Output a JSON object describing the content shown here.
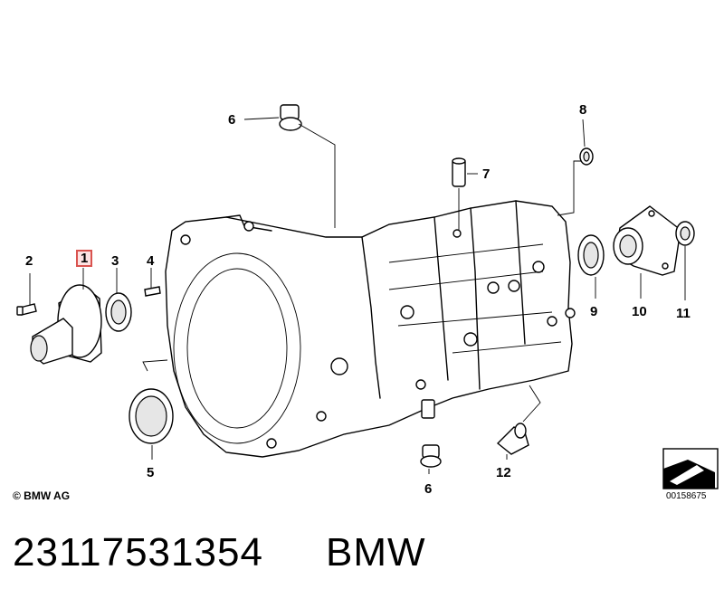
{
  "callouts": [
    {
      "id": "2",
      "label": "2"
    },
    {
      "id": "1",
      "label": "1",
      "highlighted": true
    },
    {
      "id": "3",
      "label": "3"
    },
    {
      "id": "4",
      "label": "4"
    },
    {
      "id": "5",
      "label": "5"
    },
    {
      "id": "6a",
      "label": "6"
    },
    {
      "id": "6b",
      "label": "6"
    },
    {
      "id": "7",
      "label": "7"
    },
    {
      "id": "8",
      "label": "8"
    },
    {
      "id": "9",
      "label": "9"
    },
    {
      "id": "10",
      "label": "10"
    },
    {
      "id": "11",
      "label": "11"
    },
    {
      "id": "12",
      "label": "12"
    }
  ],
  "copyright": "© BMW AG",
  "diagram_code": "00158675",
  "part_number": "23117531354",
  "brand": "BMW",
  "colors": {
    "highlight_border": "#d9534f",
    "highlight_fill": "#fde2e2"
  }
}
